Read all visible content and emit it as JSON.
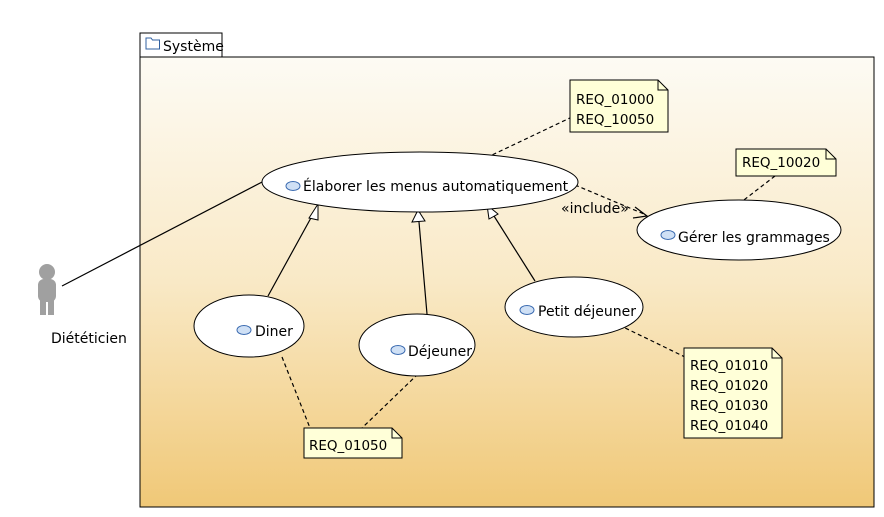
{
  "system": {
    "title": "Système"
  },
  "actor": {
    "name": "Diététicien"
  },
  "use_cases": {
    "elaborer": "Élaborer les menus automatiquement",
    "gerer": "Gérer les grammages",
    "diner": "Diner",
    "dejeuner": "Déjeuner",
    "petit_dejeuner": "Petit déjeuner"
  },
  "relations": {
    "include_label": "«include»"
  },
  "notes": {
    "note_elaborer": [
      "REQ_01000",
      "REQ_10050"
    ],
    "note_gerer": [
      "REQ_10020"
    ],
    "note_petit": [
      "REQ_01010",
      "REQ_01020",
      "REQ_01030",
      "REQ_01040"
    ],
    "note_repas": [
      "REQ_01050"
    ]
  },
  "colors": {
    "system_top": "#fdfbf4",
    "system_bottom": "#f0c877",
    "note_fill": "#ffffd8",
    "usecase_icon": "#cfe0f5",
    "actor": "#a0a0a0"
  }
}
